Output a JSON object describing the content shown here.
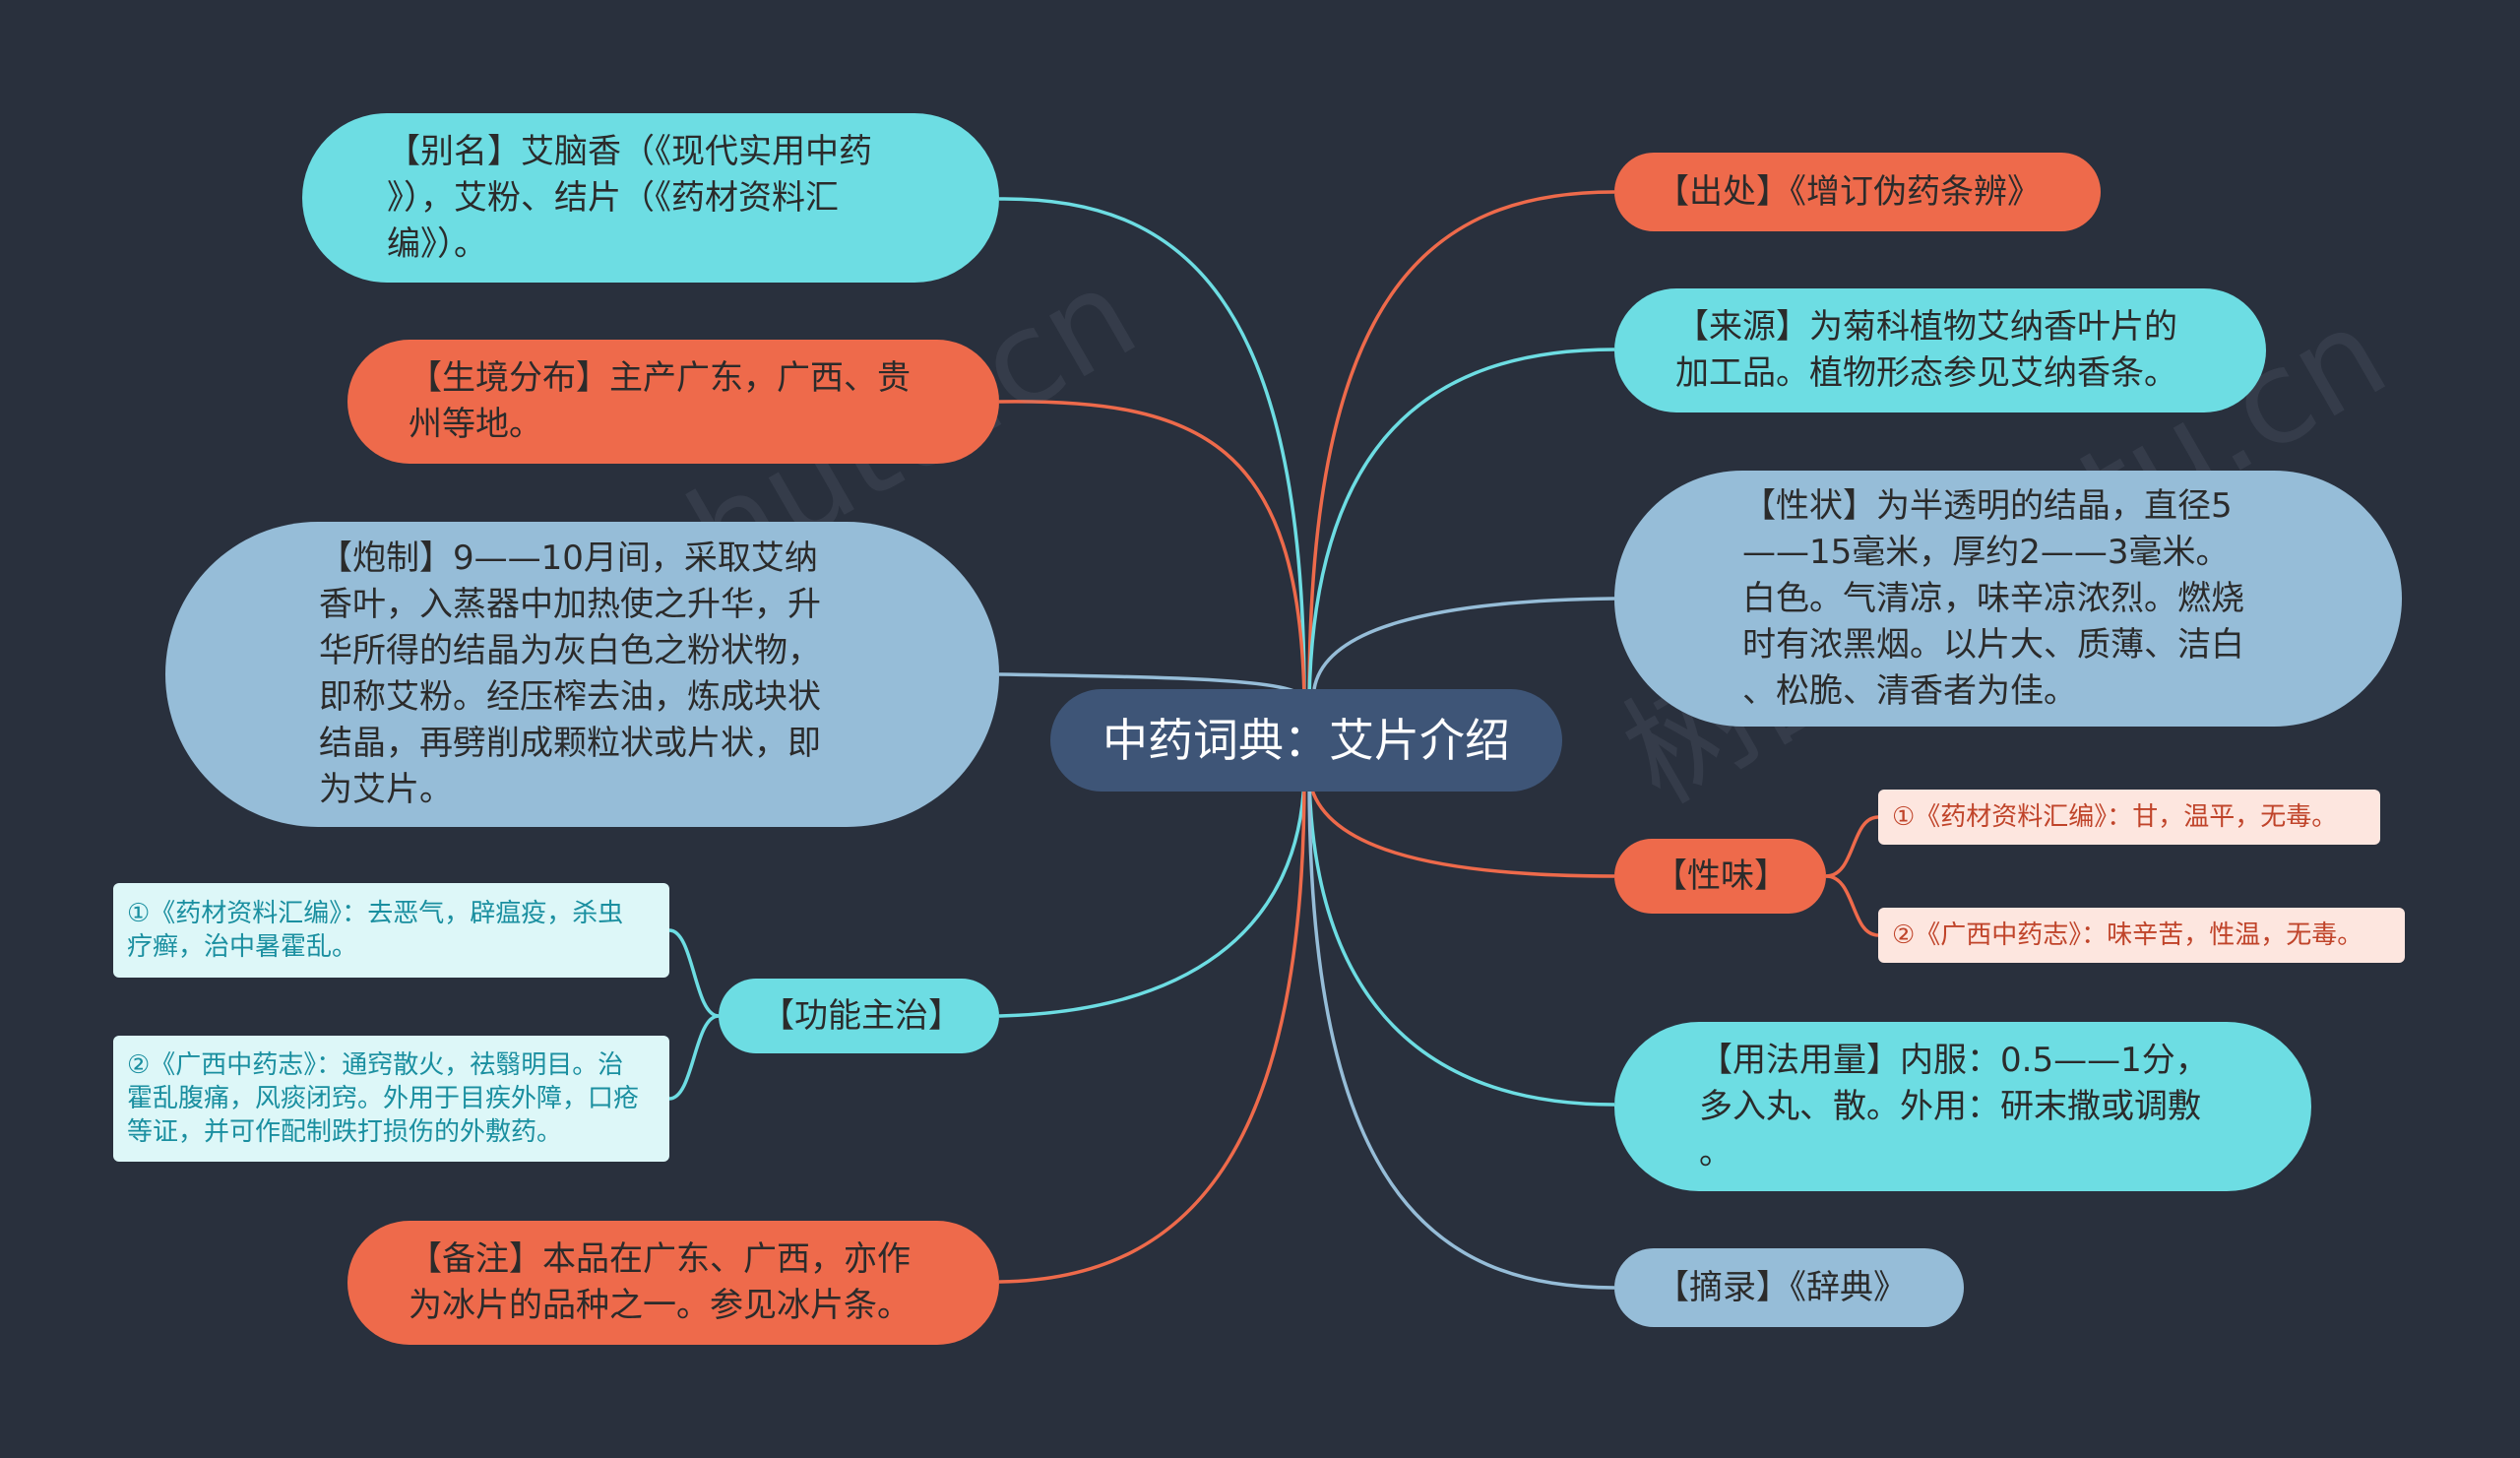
{
  "central": {
    "title": "中药词典：艾片介绍"
  },
  "left_nodes": [
    {
      "text": "【别名】艾脑香（《现代实用中药\n》），艾粉、结片（《药材资料汇\n编》）。",
      "color": "cyan"
    },
    {
      "text": "【生境分布】主产广东，广西、贵\n州等地。",
      "color": "orange"
    },
    {
      "text": "【炮制】9——10月间，采取艾纳\n香叶，入蒸器中加热使之升华，升\n华所得的结晶为灰白色之粉状物，\n即称艾粉。经压榨去油，炼成块状\n结晶，再劈削成颗粒状或片状，即\n为艾片。",
      "color": "blue"
    },
    {
      "text": "【功能主治】",
      "color": "cyan"
    },
    {
      "text": "【备注】本品在广东、广西，亦作\n为冰片的品种之一。参见冰片条。",
      "color": "orange"
    }
  ],
  "right_nodes": [
    {
      "text": "【出处】《增订伪药条辨》",
      "color": "orange"
    },
    {
      "text": "【来源】为菊科植物艾纳香叶片的\n加工品。植物形态参见艾纳香条。",
      "color": "cyan"
    },
    {
      "text": "【性状】为半透明的结晶，直径5\n——15毫米，厚约2——3毫米。\n白色。气清凉，味辛凉浓烈。燃烧\n时有浓黑烟。以片大、质薄、洁白\n、松脆、清香者为佳。",
      "color": "blue"
    },
    {
      "text": "【性味】",
      "color": "orange"
    },
    {
      "text": "【用法用量】内服：0.5——1分，\n多入丸、散。外用：研末撒或调敷\n。",
      "color": "cyan"
    },
    {
      "text": "【摘录】《辞典》",
      "color": "blue"
    }
  ],
  "leaves": {
    "gongneng": [
      {
        "text": "①《药材资料汇编》：去恶气，辟瘟疫，杀虫\n疗癣，治中暑霍乱。"
      },
      {
        "text": "②《广西中药志》：通窍散火，祛翳明目。治\n霍乱腹痛，风痰闭窍。外用于目疾外障，口疮\n等证，并可作配制跌打损伤的外敷药。"
      }
    ],
    "xingwei": [
      {
        "text": "①《药材资料汇编》：甘，温平，无毒。"
      },
      {
        "text": "②《广西中药志》：味辛苦，性温，无毒。"
      }
    ]
  },
  "watermark": "树图 shutu.cn",
  "colors": {
    "background": "#29303d",
    "cyan": "#6ddde3",
    "orange": "#ee6a4b",
    "blue": "#96bdd8",
    "central": "#3e5577"
  }
}
